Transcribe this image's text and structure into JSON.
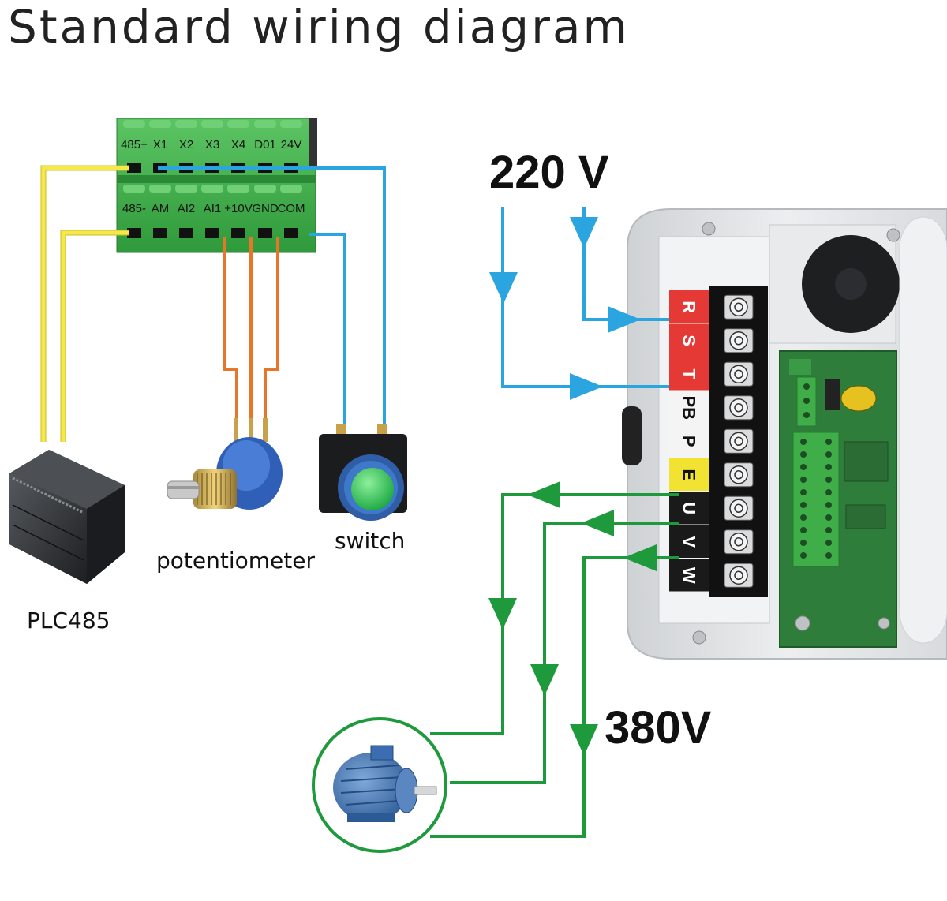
{
  "title": "Standard wiring diagram",
  "control_terminals": {
    "top_row": [
      "485+",
      "X1",
      "X2",
      "X3",
      "X4",
      "D01",
      "24V"
    ],
    "bottom_row": [
      "485-",
      "AM",
      "AI2",
      "AI1",
      "+10V",
      "GND",
      "COM"
    ]
  },
  "power_terminals": [
    "R",
    "S",
    "T",
    "PB",
    "P",
    "E",
    "U",
    "V",
    "W"
  ],
  "labels": {
    "input_voltage": "220 V",
    "output_voltage": "380V",
    "plc": "PLC485",
    "potentiometer": "potentiometer",
    "switch": "switch"
  },
  "colors": {
    "terminal_green": "#3fae49",
    "wire_yellow": "#f6e84b",
    "wire_blue": "#2aa5e0",
    "wire_orange": "#e5762a",
    "wire_green": "#1e9a3c"
  }
}
